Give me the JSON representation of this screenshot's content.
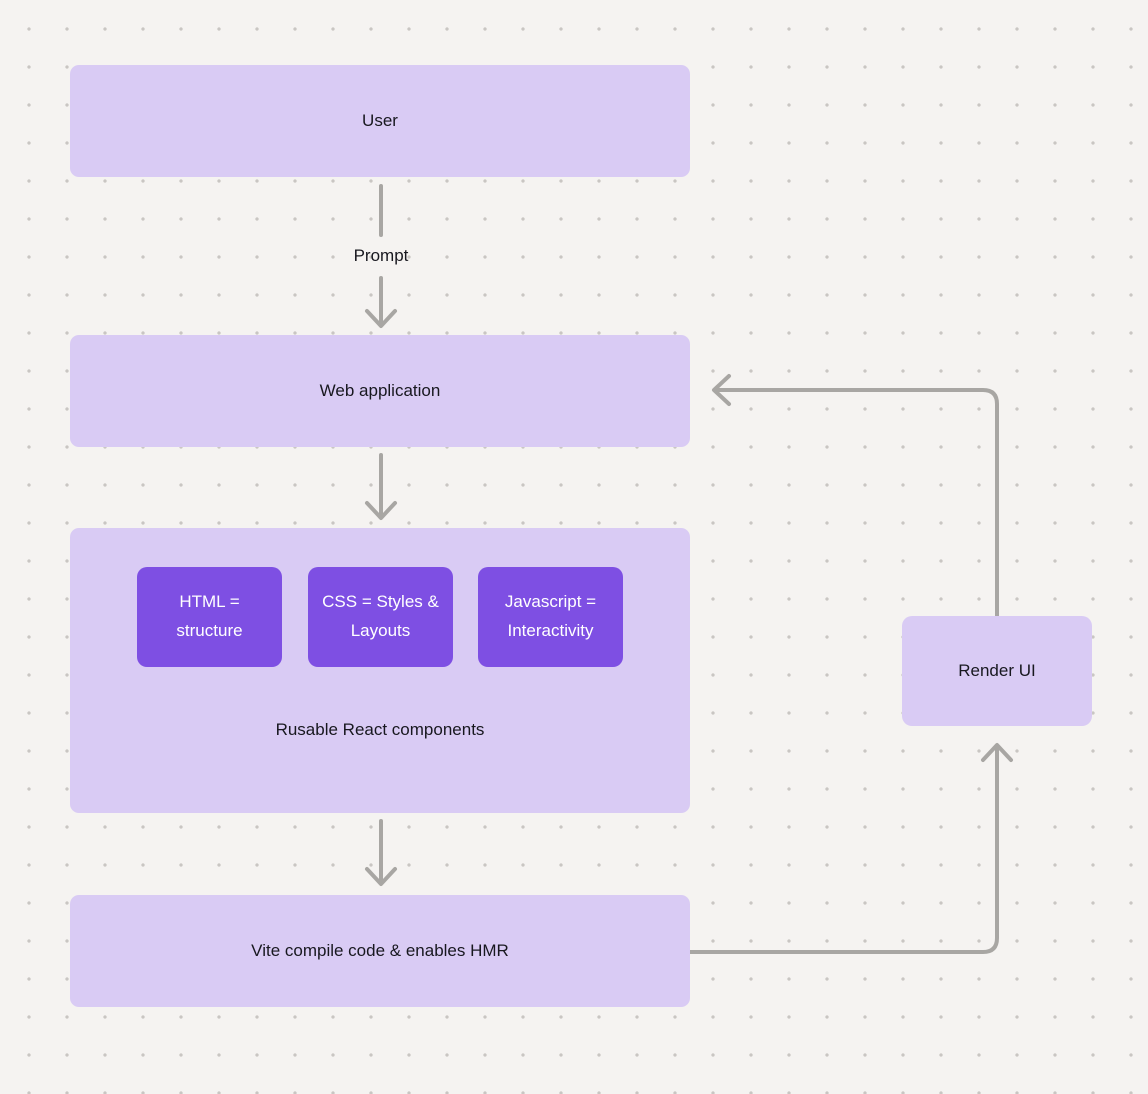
{
  "diagram": {
    "background": {
      "pattern": "dot-grid",
      "color": "#f5f3f1",
      "dot_color": "#c9c6c3"
    },
    "colors": {
      "node_fill": "#d9cbf4",
      "chip_fill": "#7e4fe3",
      "connector": "#a8a6a3",
      "node_text": "#18181f",
      "chip_text": "#ffffff"
    },
    "nodes": {
      "user": {
        "label": "User"
      },
      "web_application": {
        "label": "Web application"
      },
      "components_group": {
        "caption": "Rusable React components",
        "chips": [
          {
            "label": "HTML = structure"
          },
          {
            "label": "CSS = Styles & Layouts"
          },
          {
            "label": "Javascript = Interactivity"
          }
        ]
      },
      "vite": {
        "label": "Vite compile code & enables HMR"
      },
      "render_ui": {
        "label": "Render UI"
      }
    },
    "edges": {
      "prompt_label": "Prompt"
    }
  }
}
